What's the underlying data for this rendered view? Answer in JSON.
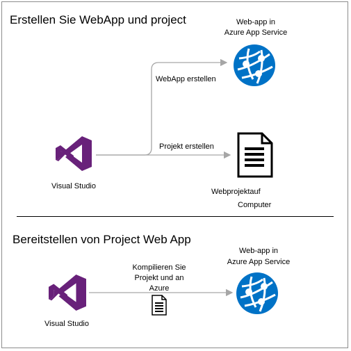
{
  "section1": {
    "title": "Erstellen Sie WebApp und project",
    "webapp_label_line1": "Web-app in",
    "webapp_label_line2": "Azure App Service",
    "create_webapp_label": "WebApp erstellen",
    "create_project_label": "Projekt erstellen",
    "source_label": "Visual Studio",
    "project_label_line1": "Webprojektauf",
    "project_label_line2": "Computer"
  },
  "section2": {
    "title": "Bereitstellen von Project Web App",
    "webapp_label_line1": "Web-app in",
    "webapp_label_line2": "Azure App Service",
    "compile_line1": "Kompilieren Sie",
    "compile_line2": "Projekt und an",
    "compile_line3": "Azure",
    "source_label": "Visual Studio"
  },
  "icons": {
    "visual_studio": "visual-studio-icon",
    "azure_app_service": "azure-app-service-icon",
    "document": "document-icon"
  },
  "colors": {
    "visual_studio_purple": "#68217a",
    "azure_blue": "#0072c6",
    "arrow_gray": "#a6a6a6"
  }
}
